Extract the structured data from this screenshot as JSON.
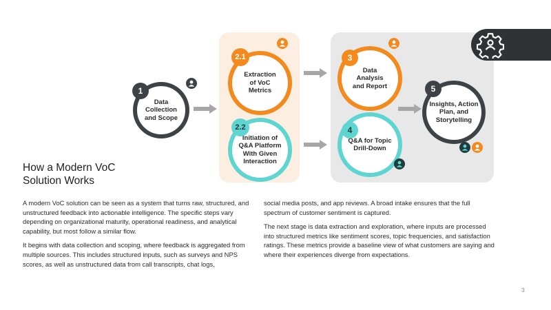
{
  "slide": {
    "title": "How a Modern VoC\nSolution Works",
    "page_number": "3"
  },
  "diagram": {
    "steps": [
      {
        "badge": "1",
        "label": "Data\nCollection\nand Scope",
        "color": "#3d4246"
      },
      {
        "badge": "2.1",
        "label": "Extraction\nof VoC\nMetrics",
        "color": "#f28a1e"
      },
      {
        "badge": "2.2",
        "label": "Initiation of\nQ&A Platform\nWith Given\nInteraction",
        "color": "#5ed5d0"
      },
      {
        "badge": "3",
        "label": "Data\nAnalysis\nand Report",
        "color": "#f28a1e"
      },
      {
        "badge": "4",
        "label": "Q&A for Topic\nDrill-Down",
        "color": "#5ed5d0"
      },
      {
        "badge": "5",
        "label": "Insights, Action\nPlan, and\nStorytelling",
        "color": "#3d4246"
      }
    ],
    "panel_colors": {
      "peach": "#fcefe2",
      "gray": "#e8e8e8"
    },
    "arrow_color": "#a7a7a7",
    "icons": [
      "user-icon",
      "gear-user-icon",
      "arrow-right-icon"
    ]
  },
  "body": {
    "left": [
      "A modern VoC solution can be seen as a system that turns raw, structured, and unstructured feedback into actionable intelligence. The specific steps vary depending on organizational maturity, operational readiness, and analytical capability, but most follow a similar flow.",
      "It begins with data collection and scoping, where feedback is aggregated from multiple sources. This includes structured inputs, such as surveys and NPS scores, as well as unstructured data from call transcripts, chat logs,"
    ],
    "right": [
      "social media posts, and app reviews. A broad intake ensures that the full spectrum of customer sentiment is captured.",
      "The next stage is data extraction and exploration, where inputs are processed into structured metrics like sentiment scores, topic frequencies, and satisfaction ratings. These metrics provide a baseline view of what customers are saying and where their experiences diverge from expectations."
    ]
  }
}
